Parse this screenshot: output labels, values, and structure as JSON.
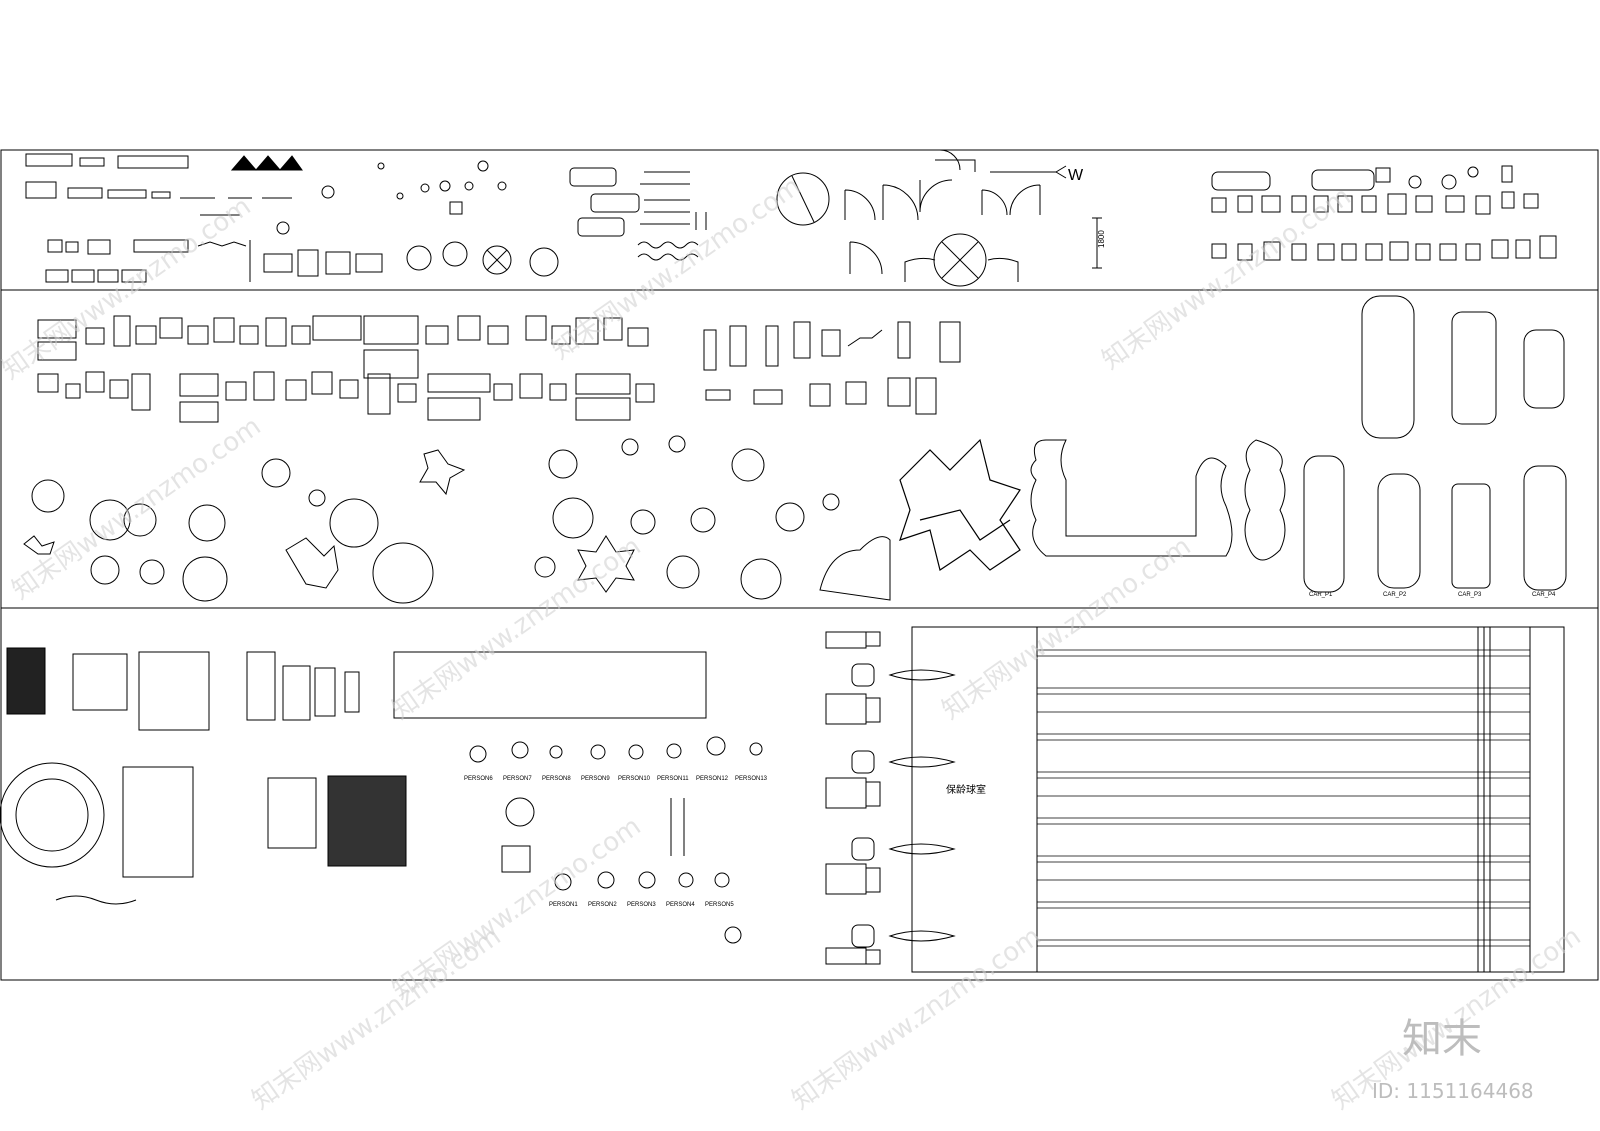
{
  "symbols": {
    "width_label": "W",
    "dimension_label": "1800",
    "car_labels": [
      "CAR_P1",
      "CAR_P2",
      "CAR_P3",
      "CAR_P4"
    ],
    "person_labels_top": [
      "PERSON6",
      "PERSON7",
      "PERSON8",
      "PERSON9",
      "PERSON10",
      "PERSON11",
      "PERSON12",
      "PERSON13"
    ],
    "person_labels_bottom": [
      "PERSON1",
      "PERSON2",
      "PERSON3",
      "PERSON4",
      "PERSON5"
    ],
    "bowling_hall_label": "保龄球室"
  },
  "watermark": {
    "text": "知末网www.znzmo.com",
    "brand": "知末",
    "id": "ID: 1151164468"
  }
}
